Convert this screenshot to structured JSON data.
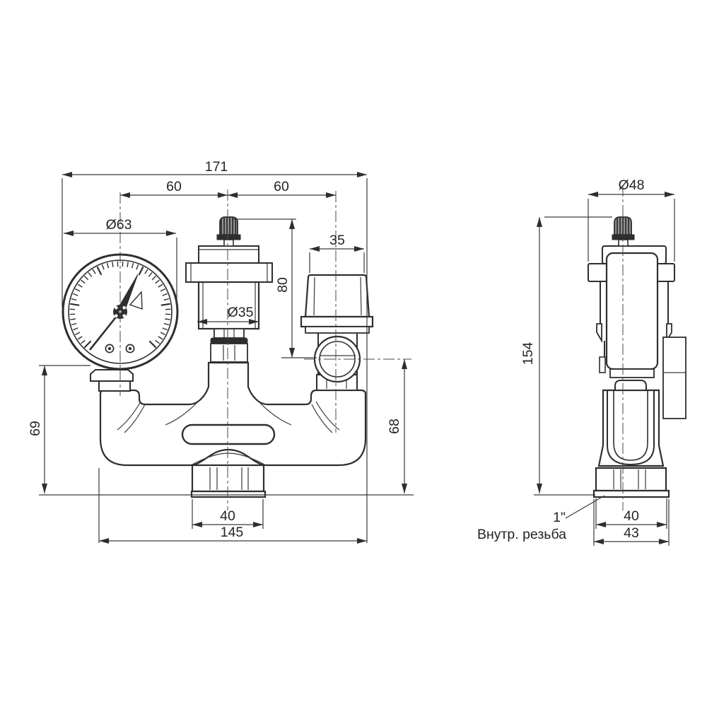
{
  "drawing": {
    "background": "#ffffff",
    "line_color": "#2e2e2e",
    "views": {
      "front": "front-view",
      "side": "side-view"
    },
    "dimensions": {
      "total_width": "171",
      "gauge_to_vent": "60",
      "vent_to_valve": "60",
      "gauge_diameter": "Ø63",
      "valve_cap_width": "35",
      "vent_height": "80",
      "vent_body_diameter": "Ø35",
      "left_height": "69",
      "right_height": "68",
      "bottom_nut_width": "40",
      "manifold_width": "145",
      "side_flange_diameter": "Ø48",
      "side_total_height": "154",
      "side_nut_width": "40",
      "side_base_width": "43",
      "thread_size": "1\"",
      "thread_note": "Внутр. резьба"
    }
  }
}
